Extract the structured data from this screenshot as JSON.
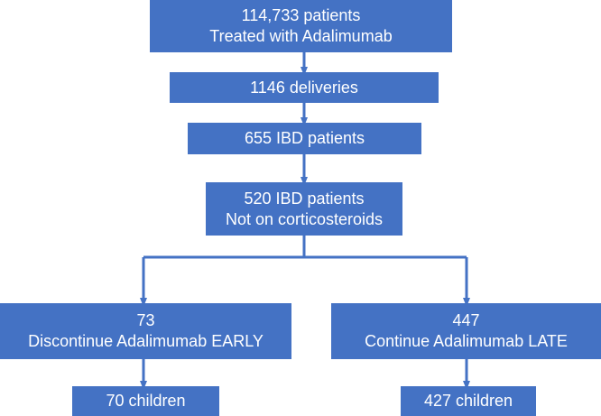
{
  "colors": {
    "box_fill": "#4472c4",
    "box_text": "#ffffff",
    "connector": "#4472c4"
  },
  "boxes": {
    "total": {
      "line1": "114,733 patients",
      "line2": "Treated with Adalimumab"
    },
    "deliveries": {
      "line1": "1146 deliveries"
    },
    "ibd": {
      "line1": "655 IBD patients"
    },
    "no_steroids": {
      "line1": "520 IBD patients",
      "line2": "Not on corticosteroids"
    },
    "early": {
      "line1": "73",
      "line2": "Discontinue Adalimumab EARLY"
    },
    "late": {
      "line1": "447",
      "line2": "Continue Adalimumab LATE"
    },
    "early_children": {
      "line1": "70 children"
    },
    "late_children": {
      "line1": "427 children"
    }
  }
}
